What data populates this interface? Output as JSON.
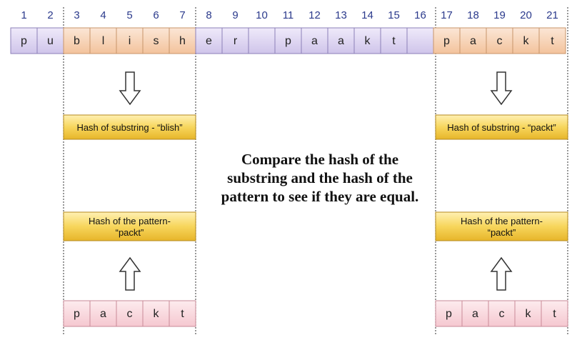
{
  "indices": [
    "1",
    "2",
    "3",
    "4",
    "5",
    "6",
    "7",
    "8",
    "9",
    "10",
    "11",
    "12",
    "13",
    "14",
    "15",
    "16",
    "17",
    "18",
    "19",
    "20",
    "21"
  ],
  "text_chars": [
    "p",
    "u",
    "b",
    "l",
    "i",
    "s",
    "h",
    "e",
    "r",
    "",
    "p",
    "a",
    "a",
    "k",
    "t",
    "",
    "p",
    "a",
    "c",
    "k",
    "t"
  ],
  "highlight_windows": [
    [
      3,
      7
    ],
    [
      17,
      21
    ]
  ],
  "left_column": {
    "hash_substring": "Hash of substring - “blish”",
    "hash_pattern": [
      "Hash of the pattern-",
      "“packt”"
    ],
    "pattern_chars": [
      "p",
      "a",
      "c",
      "k",
      "t"
    ]
  },
  "right_column": {
    "hash_substring": "Hash of substring - “packt”",
    "hash_pattern": [
      "Hash of the pattern-",
      "“packt”"
    ],
    "pattern_chars": [
      "p",
      "a",
      "c",
      "k",
      "t"
    ]
  },
  "caption_lines": [
    "Compare the hash of the",
    "substring and the hash of the",
    "pattern to see if they are equal."
  ],
  "colors": {
    "text_cell": "#ddd5f0",
    "window_cell": "#f7d6bc",
    "pattern_cell": "#f9d8de",
    "hash_box": "#f2c94c",
    "index_text": "#2b3a8c"
  }
}
